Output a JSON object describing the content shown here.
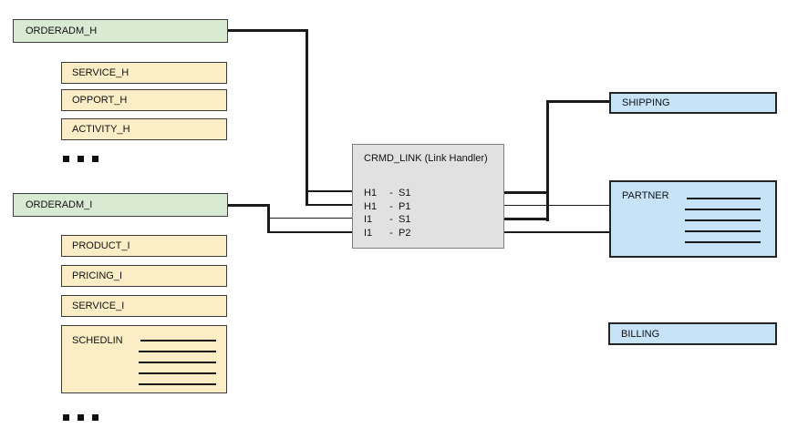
{
  "colors": {
    "header_fill": "#d9ead3",
    "item_fill": "#fbeec6",
    "link_handler_fill": "#e1e1e1",
    "right_fill": "#c7e3f8",
    "line": "#1a1a1a"
  },
  "nodes": {
    "orderadm_h": "ORDERADM_H",
    "h_items": [
      "SERVICE_H",
      "OPPORT_H",
      "ACTIVITY_H"
    ],
    "orderadm_i": "ORDERADM_I",
    "i_items": [
      "PRODUCT_I",
      "PRICING_I",
      "SERVICE_I"
    ],
    "schedlin": "SCHEDLIN"
  },
  "link_handler": {
    "title": "CRMD_LINK (Link Handler)",
    "separator": "-",
    "rows": [
      {
        "a": "H1",
        "b": "S1"
      },
      {
        "a": "H1",
        "b": "P1"
      },
      {
        "a": "I1",
        "b": "S1"
      },
      {
        "a": "I1",
        "b": "P2"
      }
    ]
  },
  "right_nodes": {
    "shipping": "SHIPPING",
    "partner": "PARTNER",
    "billing": "BILLING"
  }
}
